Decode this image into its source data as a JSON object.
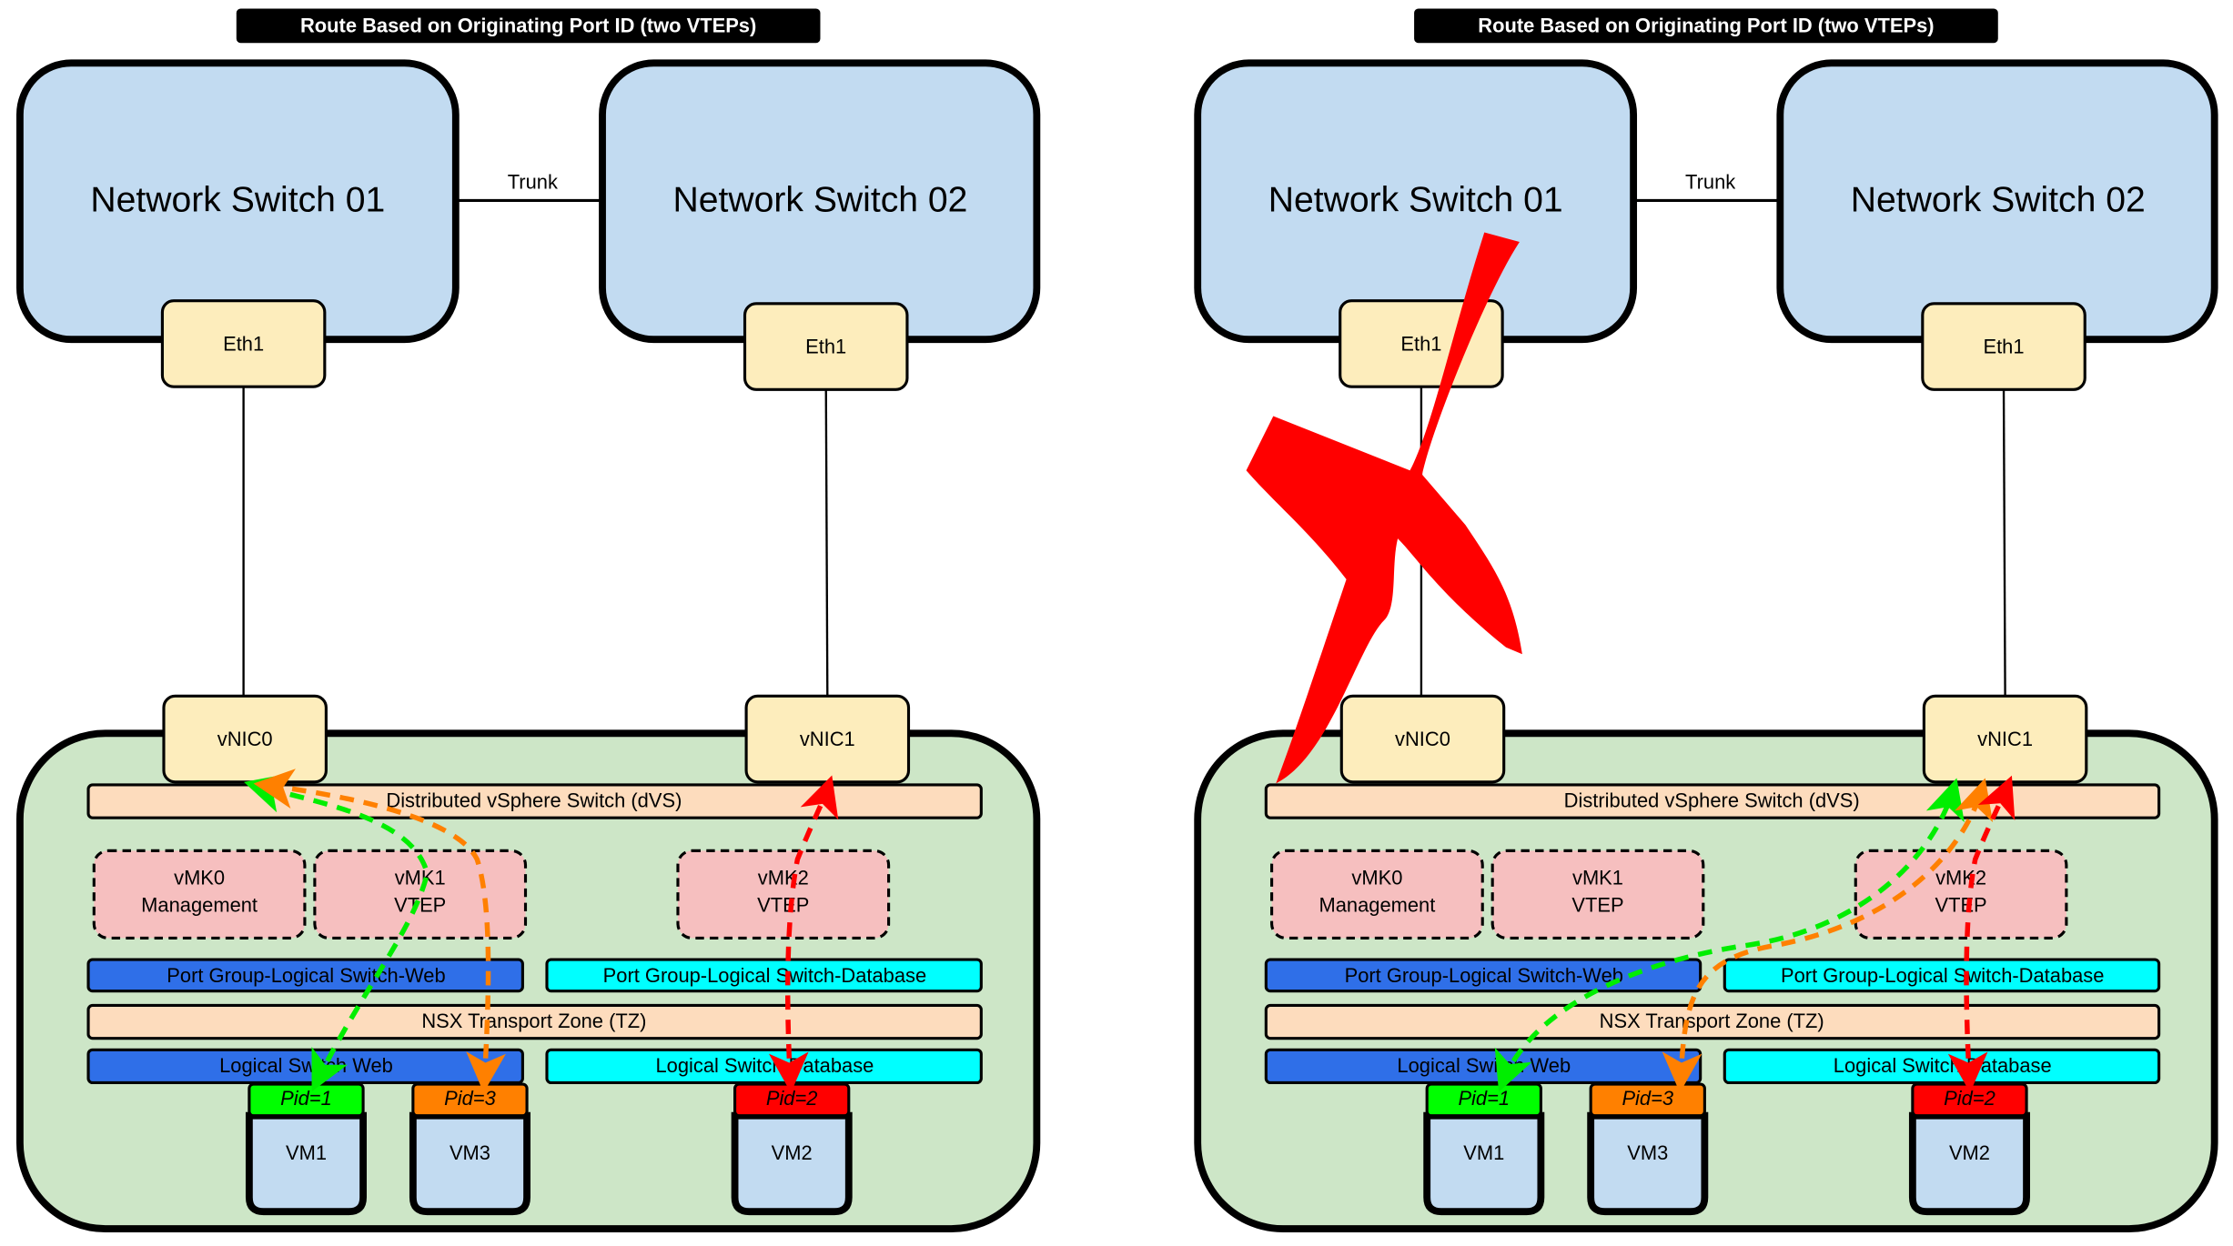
{
  "colors": {
    "switch_fill": "#c2dbf1",
    "port_fill": "#fdedbc",
    "host_fill": "#cde6c7",
    "dvs_fill": "#fddcbd",
    "vmk_fill": "#f6bfbf",
    "web_fill": "#2f6fe8",
    "db_fill": "#00ffff",
    "vm_fill": "#c2dbf1",
    "pid1": "#00ff00",
    "pid2": "#ff0000",
    "pid3": "#ff8000",
    "cross": "#ff0000"
  },
  "panels": [
    {
      "title": "Route Based on Originating Port ID (two VTEPs)",
      "switch1": "Network Switch 01",
      "switch2": "Network Switch 02",
      "trunk": "Trunk",
      "eth_left": "Eth1",
      "eth_right": "Eth1",
      "vnic0": "vNIC0",
      "vnic1": "vNIC1",
      "dvs": "Distributed vSphere Switch (dVS)",
      "vmk0": [
        "vMK0",
        "Management"
      ],
      "vmk1": [
        "vMK1",
        "VTEP"
      ],
      "vmk2": [
        "vMK2",
        "VTEP"
      ],
      "pg_web": "Port Group-Logical Switch-Web",
      "pg_db": "Port Group-Logical Switch-Database",
      "tz": "NSX Transport Zone (TZ)",
      "ls_web": "Logical Switch Web",
      "ls_db": "Logical Switch Database",
      "vms": [
        {
          "name": "VM1",
          "pid": "Pid=1",
          "color": "pid1"
        },
        {
          "name": "VM3",
          "pid": "Pid=3",
          "color": "pid3"
        },
        {
          "name": "VM2",
          "pid": "Pid=2",
          "color": "pid2"
        }
      ],
      "uplink_failed": false
    },
    {
      "title": "Route Based on Originating Port ID  (two VTEPs)",
      "switch1": "Network Switch 01",
      "switch2": "Network Switch 02",
      "trunk": "Trunk",
      "eth_left": "Eth1",
      "eth_right": "Eth1",
      "vnic0": "vNIC0",
      "vnic1": "vNIC1",
      "dvs": "Distributed vSphere Switch (dVS)",
      "vmk0": [
        "vMK0",
        "Management"
      ],
      "vmk1": [
        "vMK1",
        "VTEP"
      ],
      "vmk2": [
        "vMK2",
        "VTEP"
      ],
      "pg_web": "Port Group-Logical Switch-Web",
      "pg_db": "Port Group-Logical Switch-Database",
      "tz": "NSX Transport Zone (TZ)",
      "ls_web": "Logical Switch Web",
      "ls_db": "Logical Switch Database",
      "vms": [
        {
          "name": "VM1",
          "pid": "Pid=1",
          "color": "pid1"
        },
        {
          "name": "VM3",
          "pid": "Pid=3",
          "color": "pid3"
        },
        {
          "name": "VM2",
          "pid": "Pid=2",
          "color": "pid2"
        }
      ],
      "uplink_failed": true
    }
  ]
}
